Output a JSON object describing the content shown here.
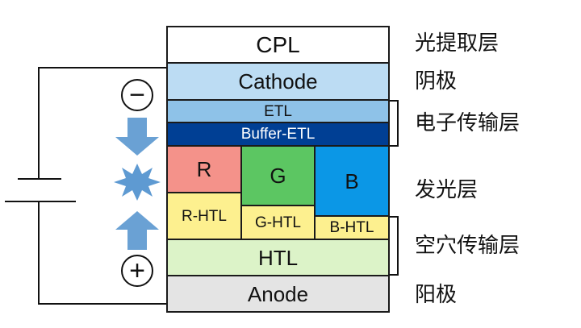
{
  "layers": {
    "cpl": "CPL",
    "cathode": "Cathode",
    "etl": "ETL",
    "buffer_etl": "Buffer-ETL",
    "r": "R",
    "g": "G",
    "b": "B",
    "r_htl": "R-HTL",
    "g_htl": "G-HTL",
    "b_htl": "B-HTL",
    "htl": "HTL",
    "anode": "Anode"
  },
  "labels": {
    "cpl": "光提取层",
    "cathode": "阴极",
    "etl_group": "电子传输层",
    "emissive": "发光层",
    "htl_group": "空穴传输层",
    "anode": "阳极"
  },
  "symbols": {
    "minus": "−",
    "plus": "+"
  },
  "icons": {
    "down_arrow": "arrow-down-icon",
    "up_arrow": "arrow-up-icon",
    "burst": "burst-icon",
    "battery": "battery-icon"
  },
  "colors": {
    "cpl": "#ffffff",
    "cathode": "#bcdcf3",
    "etl": "#8ec2e8",
    "buffer_etl": "#003f94",
    "r": "#f4928a",
    "g": "#5cc662",
    "b": "#0b97e6",
    "htl_sub": "#fdf08f",
    "htl": "#dcf3c8",
    "anode": "#e4e4e4",
    "arrow": "#6aa1d4",
    "burst": "#5e9ad2"
  }
}
